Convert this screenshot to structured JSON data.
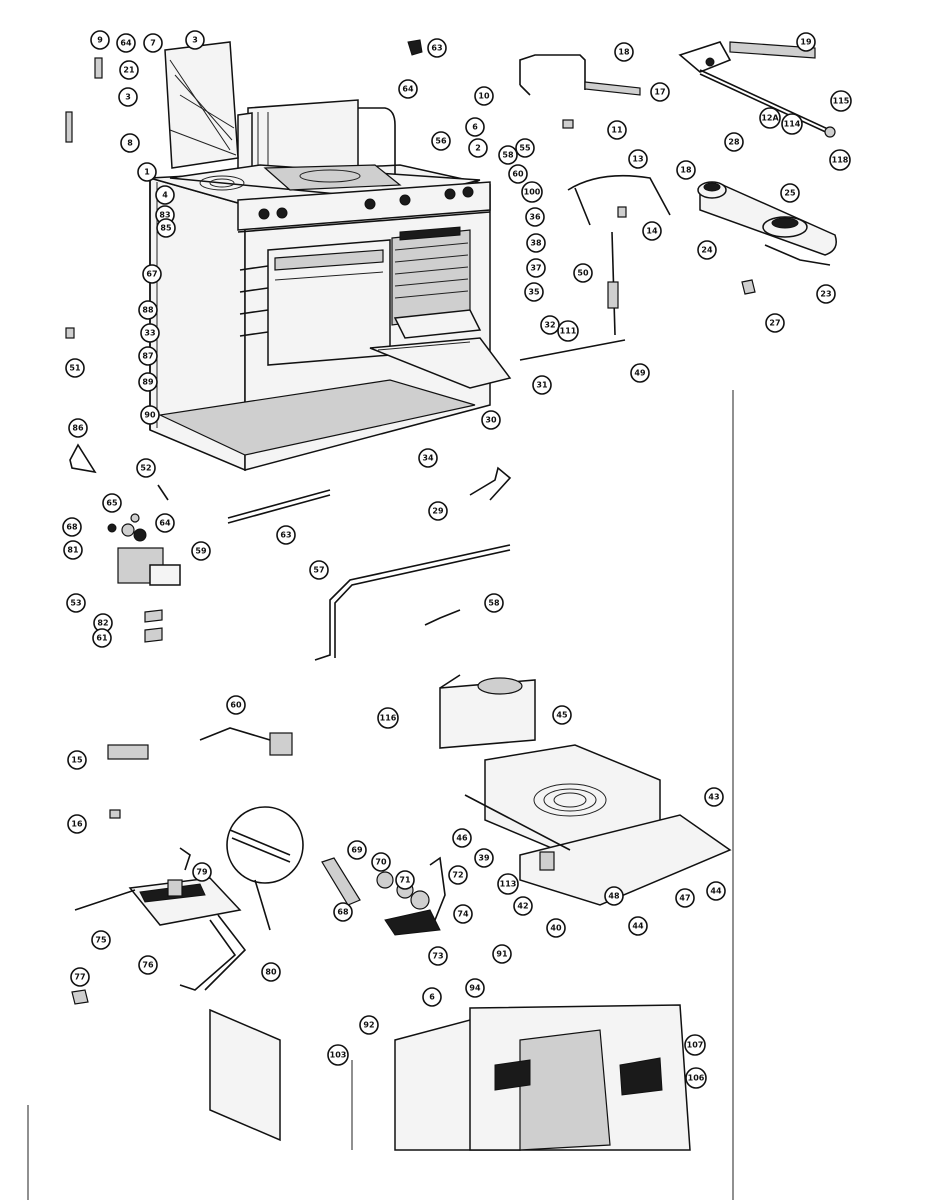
{
  "diagram": {
    "callouts": [
      {
        "id": "c-9",
        "label": "9"
      },
      {
        "id": "c-64a",
        "label": "64"
      },
      {
        "id": "c-7",
        "label": "7"
      },
      {
        "id": "c-3a",
        "label": "3"
      },
      {
        "id": "c-63a",
        "label": "63"
      },
      {
        "id": "c-21",
        "label": "21"
      },
      {
        "id": "c-3b",
        "label": "3"
      },
      {
        "id": "c-8",
        "label": "8"
      },
      {
        "id": "c-1",
        "label": "1"
      },
      {
        "id": "c-4",
        "label": "4"
      },
      {
        "id": "c-83a",
        "label": "83"
      },
      {
        "id": "c-85",
        "label": "85"
      },
      {
        "id": "c-64b",
        "label": "64"
      },
      {
        "id": "c-6",
        "label": "6"
      },
      {
        "id": "c-2",
        "label": "2"
      },
      {
        "id": "c-56",
        "label": "56"
      },
      {
        "id": "c-58a",
        "label": "58"
      },
      {
        "id": "c-55",
        "label": "55"
      },
      {
        "id": "c-100",
        "label": "100"
      },
      {
        "id": "c-60a",
        "label": "60"
      },
      {
        "id": "c-36",
        "label": "36"
      },
      {
        "id": "c-38",
        "label": "38"
      },
      {
        "id": "c-37",
        "label": "37"
      },
      {
        "id": "c-35",
        "label": "35"
      },
      {
        "id": "c-67",
        "label": "67"
      },
      {
        "id": "c-88",
        "label": "88"
      },
      {
        "id": "c-33",
        "label": "33"
      },
      {
        "id": "c-87",
        "label": "87"
      },
      {
        "id": "c-89",
        "label": "89"
      },
      {
        "id": "c-90",
        "label": "90"
      },
      {
        "id": "c-51a",
        "label": "51"
      },
      {
        "id": "c-32",
        "label": "32"
      },
      {
        "id": "c-111",
        "label": "111"
      },
      {
        "id": "c-31",
        "label": "31"
      },
      {
        "id": "c-30",
        "label": "30"
      },
      {
        "id": "c-34",
        "label": "34"
      },
      {
        "id": "c-10",
        "label": "10"
      },
      {
        "id": "c-18",
        "label": "18"
      },
      {
        "id": "c-11",
        "label": "11"
      },
      {
        "id": "c-13",
        "label": "13"
      },
      {
        "id": "c-14",
        "label": "14"
      },
      {
        "id": "c-50",
        "label": "50"
      },
      {
        "id": "c-49",
        "label": "49"
      },
      {
        "id": "c-19",
        "label": "19"
      },
      {
        "id": "c-17",
        "label": "17"
      },
      {
        "id": "c-12a",
        "label": "12A"
      },
      {
        "id": "c-114",
        "label": "114"
      },
      {
        "id": "c-115",
        "label": "115"
      },
      {
        "id": "c-118",
        "label": "118"
      },
      {
        "id": "c-18b",
        "label": "18"
      },
      {
        "id": "c-28",
        "label": "28"
      },
      {
        "id": "c-25",
        "label": "25"
      },
      {
        "id": "c-24",
        "label": "24"
      },
      {
        "id": "c-23",
        "label": "23"
      },
      {
        "id": "c-27",
        "label": "27"
      },
      {
        "id": "c-86",
        "label": "86"
      },
      {
        "id": "c-52",
        "label": "52"
      },
      {
        "id": "c-65",
        "label": "65"
      },
      {
        "id": "c-68a",
        "label": "68"
      },
      {
        "id": "c-64c",
        "label": "64"
      },
      {
        "id": "c-81",
        "label": "81"
      },
      {
        "id": "c-59",
        "label": "59"
      },
      {
        "id": "c-53",
        "label": "53"
      },
      {
        "id": "c-82",
        "label": "82"
      },
      {
        "id": "c-61",
        "label": "61"
      },
      {
        "id": "c-63b",
        "label": "63"
      },
      {
        "id": "c-57",
        "label": "57"
      },
      {
        "id": "c-58b",
        "label": "58"
      },
      {
        "id": "c-29",
        "label": "29"
      },
      {
        "id": "c-60b",
        "label": "60"
      },
      {
        "id": "c-15",
        "label": "15"
      },
      {
        "id": "c-16",
        "label": "16"
      },
      {
        "id": "c-116",
        "label": "116"
      },
      {
        "id": "c-45",
        "label": "45"
      },
      {
        "id": "c-43",
        "label": "43"
      },
      {
        "id": "c-46",
        "label": "46"
      },
      {
        "id": "c-39",
        "label": "39"
      },
      {
        "id": "c-113",
        "label": "113"
      },
      {
        "id": "c-42",
        "label": "42"
      },
      {
        "id": "c-40",
        "label": "40"
      },
      {
        "id": "c-44a",
        "label": "44"
      },
      {
        "id": "c-48",
        "label": "48"
      },
      {
        "id": "c-47",
        "label": "47"
      },
      {
        "id": "c-44b",
        "label": "44"
      },
      {
        "id": "c-79",
        "label": "79"
      },
      {
        "id": "c-75",
        "label": "75"
      },
      {
        "id": "c-76",
        "label": "76"
      },
      {
        "id": "c-77",
        "label": "77"
      },
      {
        "id": "c-80",
        "label": "80"
      },
      {
        "id": "c-69",
        "label": "69"
      },
      {
        "id": "c-70",
        "label": "70"
      },
      {
        "id": "c-71",
        "label": "71"
      },
      {
        "id": "c-72",
        "label": "72"
      },
      {
        "id": "c-68b",
        "label": "68"
      },
      {
        "id": "c-74",
        "label": "74"
      },
      {
        "id": "c-73",
        "label": "73"
      },
      {
        "id": "c-103",
        "label": "103"
      },
      {
        "id": "c-92",
        "label": "92"
      },
      {
        "id": "c-91",
        "label": "91"
      },
      {
        "id": "c-94",
        "label": "94"
      },
      {
        "id": "c-6b",
        "label": "6"
      },
      {
        "id": "c-107",
        "label": "107"
      },
      {
        "id": "c-106",
        "label": "106"
      }
    ]
  }
}
